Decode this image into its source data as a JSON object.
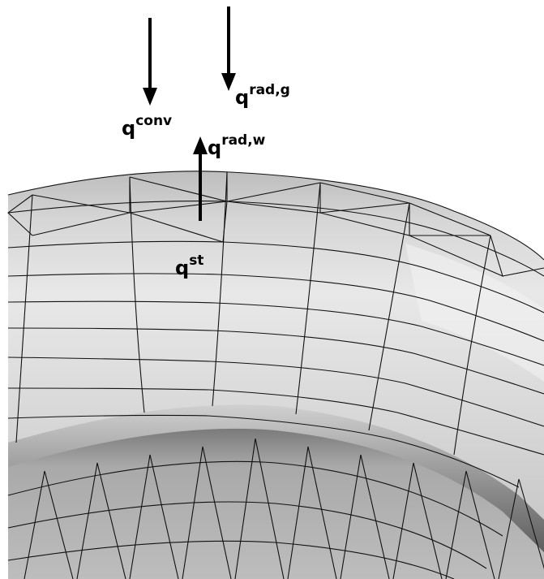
{
  "figure": {
    "kind": "heat-flux-diagram",
    "background": "#ffffff",
    "surface_color": "#d9d9d9",
    "mesh_color": "#111111",
    "arrow_color": "#000000"
  },
  "labels": {
    "q_conv": {
      "base": "q",
      "sup": "conv"
    },
    "q_rad_g": {
      "base": "q",
      "sup": "rad,g"
    },
    "q_rad_w": {
      "base": "q",
      "sup": "rad,w"
    },
    "q_st": {
      "base": "q",
      "sup": "st"
    }
  }
}
